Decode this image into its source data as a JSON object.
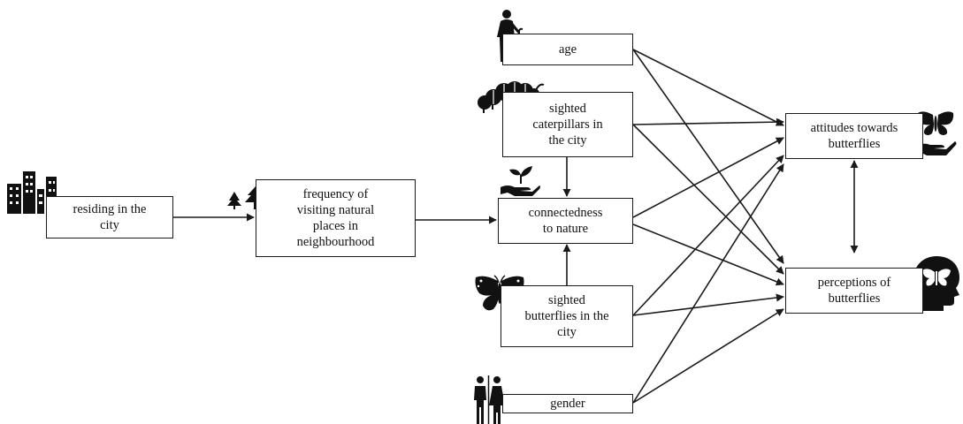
{
  "nodes": {
    "city": "residing in the\ncity",
    "freq": "frequency of\nvisiting natural\nplaces in\nneighbourhood",
    "age": "age",
    "cat": "sighted\ncaterpillars in\nthe city",
    "conn": "connectedness\nto nature",
    "butt": "sighted\nbutterflies in the\ncity",
    "gender": "gender",
    "att": "attitudes towards\nbutterflies",
    "perc": "perceptions of\nbutterflies"
  },
  "icons": [
    "buildings-icon",
    "trees-icon",
    "elderly-person-icon",
    "caterpillar-icon",
    "plant-in-hand-icon",
    "butterfly-icon",
    "man-woman-icon",
    "butterfly-in-hand-icon",
    "head-butterfly-icon"
  ],
  "colors": {
    "stroke": "#1a1a1a",
    "fill": "#111111",
    "background": "#ffffff"
  }
}
